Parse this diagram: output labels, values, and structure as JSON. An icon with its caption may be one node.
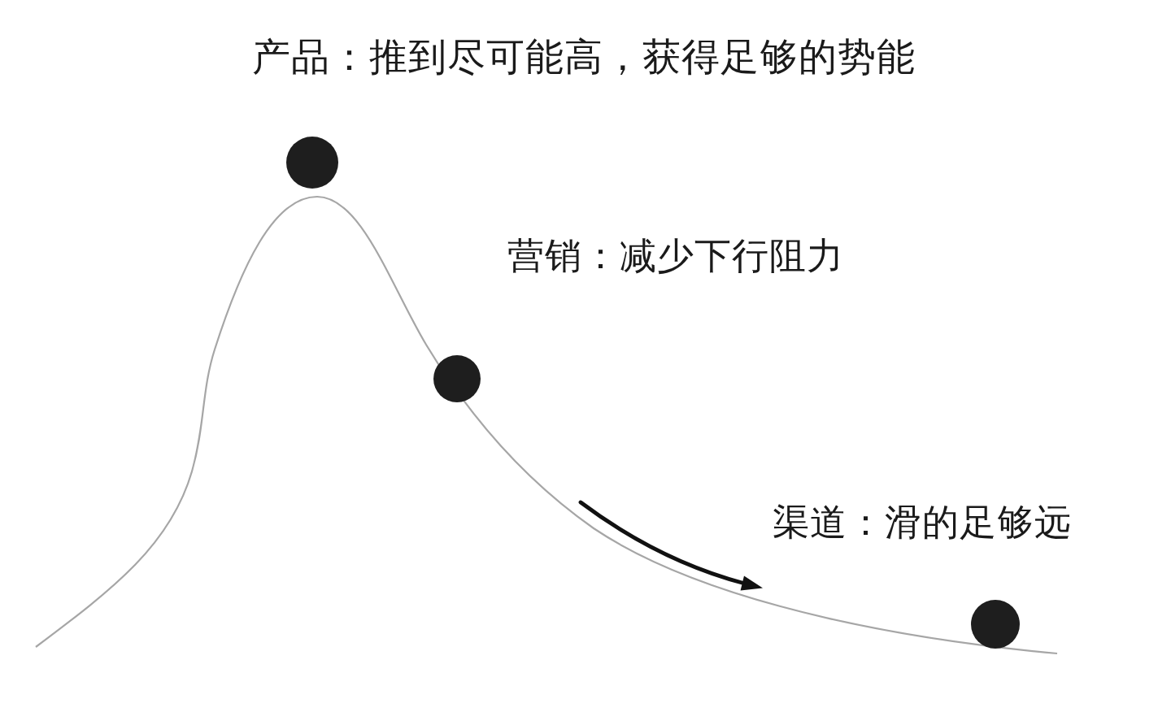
{
  "diagram": {
    "labels": [
      "产品：推到尽可能高，获得足够的势能",
      "营销：减少下行阻力",
      "渠道：滑的足够远"
    ]
  }
}
